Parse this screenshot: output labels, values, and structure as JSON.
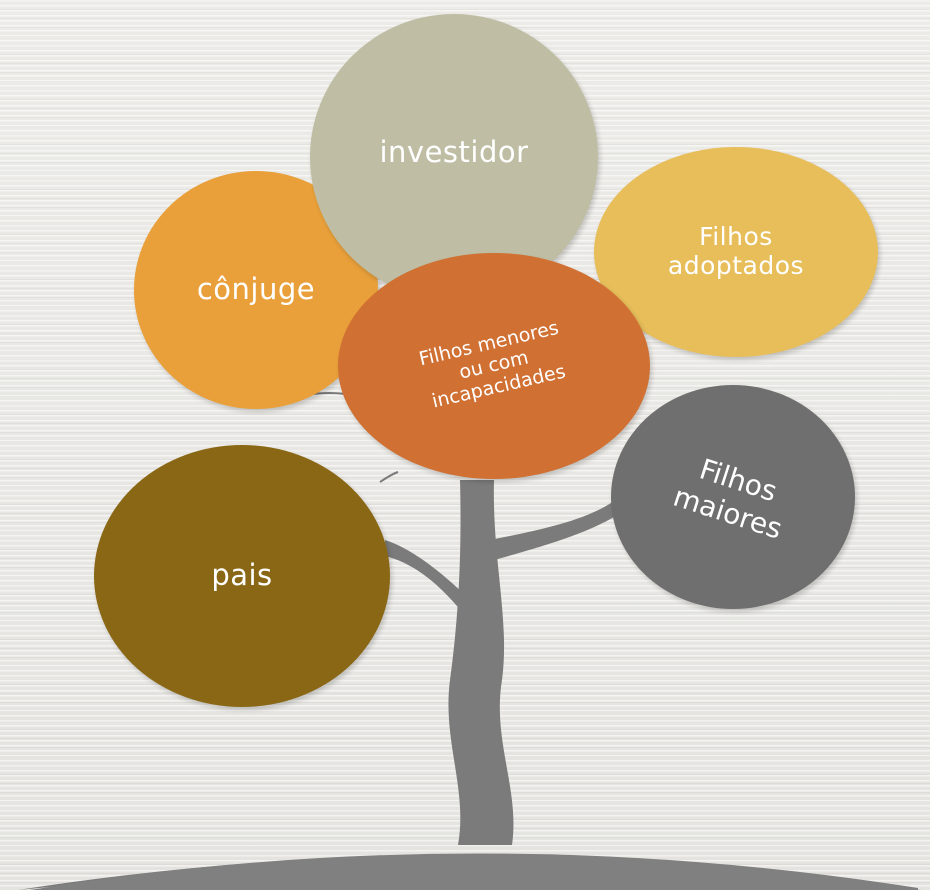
{
  "diagram": {
    "nodes": [
      {
        "id": "conjuge",
        "label": "cônjuge",
        "color": "#e9a03a"
      },
      {
        "id": "investidor",
        "label": "investidor",
        "color": "#bfbea4"
      },
      {
        "id": "adoptados",
        "label": "Filhos\nadoptados",
        "color": "#e7be5a"
      },
      {
        "id": "menores",
        "label": "Filhos menores\nou com\nincapacidades",
        "color": "#d07032"
      },
      {
        "id": "maiores",
        "label": "Filhos\nmaiores",
        "color": "#6f6f6f"
      },
      {
        "id": "pais",
        "label": "pais",
        "color": "#8a6715"
      }
    ],
    "tree_color": "#7b7b7b"
  }
}
